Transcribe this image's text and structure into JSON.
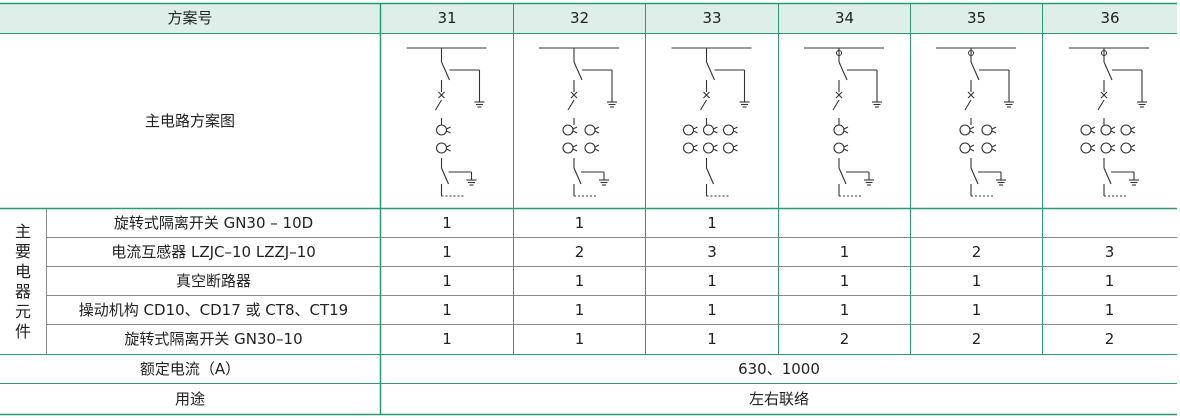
{
  "colors": {
    "header_bg": "#ddefe8",
    "row_bg": "#ffffff",
    "line_green": "#2a9a72",
    "line_gray": "#8a8a8a",
    "text": "#222222"
  },
  "header": {
    "label": "方案号",
    "schemes": [
      "31",
      "32",
      "33",
      "34",
      "35",
      "36"
    ]
  },
  "diagram_row": {
    "label": "主电路方案图"
  },
  "components": {
    "group_label": [
      "主",
      "要",
      "电",
      "器",
      "元",
      "件"
    ],
    "rows": [
      {
        "name": "旋转式隔离开关 GN30 – 10D",
        "values": [
          "1",
          "1",
          "1",
          "",
          "",
          ""
        ]
      },
      {
        "name": "电流互感器 LZJC–10 LZZJ–10",
        "values": [
          "1",
          "2",
          "3",
          "1",
          "2",
          "3"
        ]
      },
      {
        "name": "真空断路器",
        "values": [
          "1",
          "1",
          "1",
          "1",
          "1",
          "1"
        ]
      },
      {
        "name": "操动机构 CD10、CD17 或 CT8、CT19",
        "values": [
          "1",
          "1",
          "1",
          "1",
          "1",
          "1"
        ]
      },
      {
        "name": "旋转式隔离开关 GN30–10",
        "values": [
          "1",
          "1",
          "1",
          "2",
          "2",
          "2"
        ]
      }
    ]
  },
  "rated_current": {
    "label": "额定电流（A）",
    "value": "630、1000"
  },
  "usage": {
    "label": "用途",
    "value": "左右联络"
  },
  "diagrams": [
    {
      "top": "busbar",
      "earth_top": true,
      "ct_count": 1,
      "ct_rows": 2,
      "earth_bottom": true
    },
    {
      "top": "busbar",
      "earth_top": true,
      "ct_count": 2,
      "ct_rows": 2,
      "earth_bottom": true
    },
    {
      "top": "busbar",
      "earth_top": true,
      "ct_count": 3,
      "ct_rows": 2,
      "earth_bottom": false
    },
    {
      "top": "cable",
      "earth_top": true,
      "ct_count": 1,
      "ct_rows": 2,
      "earth_bottom": true
    },
    {
      "top": "cable",
      "earth_top": true,
      "ct_count": 2,
      "ct_rows": 2,
      "earth_bottom": true
    },
    {
      "top": "cable",
      "earth_top": true,
      "ct_count": 3,
      "ct_rows": 2,
      "earth_bottom": true
    }
  ]
}
